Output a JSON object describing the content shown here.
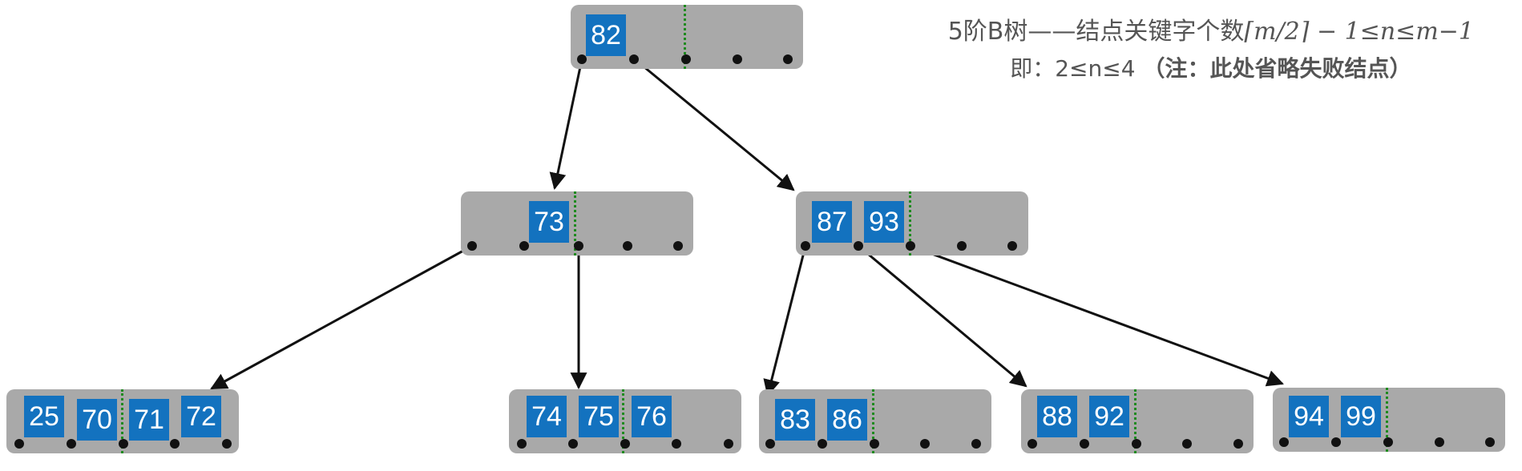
{
  "caption": {
    "line1_prefix": "5阶B树——结点关键字个数",
    "line1_formula": "⌈m/2⌉ − 1≤n≤m−1",
    "line2_main": "即：2≤n≤4",
    "line2_note": "（注：此处省略失败结点）"
  },
  "nodes": [
    {
      "id": "root",
      "keys": [
        "82"
      ]
    },
    {
      "id": "mid-left",
      "keys": [
        "73"
      ]
    },
    {
      "id": "mid-right",
      "keys": [
        "87",
        "93"
      ]
    },
    {
      "id": "leaf-1",
      "keys": [
        "25",
        "70",
        "71",
        "72"
      ]
    },
    {
      "id": "leaf-2",
      "keys": [
        "74",
        "75",
        "76"
      ]
    },
    {
      "id": "leaf-3",
      "keys": [
        "83",
        "86"
      ]
    },
    {
      "id": "leaf-4",
      "keys": [
        "88",
        "92"
      ]
    },
    {
      "id": "leaf-5",
      "keys": [
        "94",
        "99"
      ]
    }
  ],
  "colors": {
    "node_fill": "#a9a9a9",
    "key_fill": "#1372bf",
    "key_text": "#ffffff",
    "separator": "#1e8a1e",
    "pointer": "#111111"
  }
}
